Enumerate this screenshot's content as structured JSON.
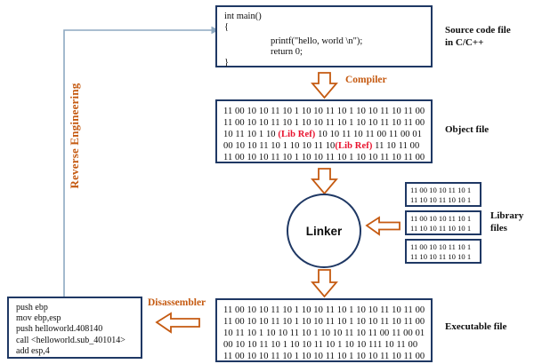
{
  "diagram": {
    "title": "Compilation and reverse engineering pipeline",
    "colors": {
      "box_border": "#1F3864",
      "arrow_orange": "#C55A11",
      "lib_ref_red": "#E8112D",
      "connector_blue": "#8EA9C1",
      "text_black": "#0D0D0D",
      "background": "#FFFFFF"
    }
  },
  "source_code": {
    "lines": [
      "int main()",
      "{",
      "printf(\"hello, world \\n\");",
      "return 0;",
      "}"
    ],
    "label": "Source code file\nin C/C++"
  },
  "compiler": {
    "label": "Compiler",
    "arrow": "down-arrow-icon"
  },
  "object_file": {
    "label": "Object file",
    "lines": [
      [
        {
          "t": "11 00 10 10 11 10 1 10 10 11 10 1 10 10 11 10 11 00",
          "red": false
        }
      ],
      [
        {
          "t": "11 00 10 10 11 10 1 10 10 11 10 1 10 10 11 10 11 00",
          "red": false
        }
      ],
      [
        {
          "t": "10 11 10 1 10 ",
          "red": false
        },
        {
          "t": "(Lib Ref)",
          "red": true
        },
        {
          "t": " 10 10 11 10 11 00 11 00 01",
          "red": false
        }
      ],
      [
        {
          "t": "00 10 10 11 10 1 10 10 11 10",
          "red": false
        },
        {
          "t": "(Lib Ref)",
          "red": true
        },
        {
          "t": " 11 10 11  00",
          "red": false
        }
      ],
      [
        {
          "t": "11 00 10 10 11 10 1 10 10 11 10 1 10 10 11 10 11 00",
          "red": false
        }
      ]
    ]
  },
  "linker": {
    "label": "Linker"
  },
  "library_files": {
    "label": "Library\nfiles",
    "boxes": [
      [
        "11 00 10 10 11 10 1",
        "11 10 10 11 10 10 1"
      ],
      [
        "11 00 10 10 11 10 1",
        "11 10 10 11 10 10 1"
      ],
      [
        "11 00 10 10 11 10 1",
        "11 10 10 11 10 10 1"
      ]
    ],
    "arrow": "left-arrow-icon"
  },
  "executable_file": {
    "label": "Executable file",
    "lines": [
      "11 00 10 10 11 10 1 10 10 11 10 1 10 10 11 10 11 00",
      "11 00 10 10 11 10 1 10 10 11 10 1 10 10 11 10 11 00",
      "10 11 10 1 10 10 11 10 1 10 10 11 10 11 00 11 00 01",
      "00 10 10 11 10 1 10 10 11 10 1 10 10  111 10 11  00",
      "11 00 10 10 11 10 1 10 10 11 10 1 10 10 11 10 11 00"
    ]
  },
  "disassembler": {
    "label": "Disassembler",
    "arrow": "left-arrow-icon"
  },
  "assembly": {
    "lines": [
      "push ebp",
      "mov ebp,esp",
      "push helloworld.408140",
      "call <helloworld.sub_401014>",
      "add esp,4"
    ]
  },
  "reverse_engineering": {
    "label": "Reverse Engineering"
  }
}
